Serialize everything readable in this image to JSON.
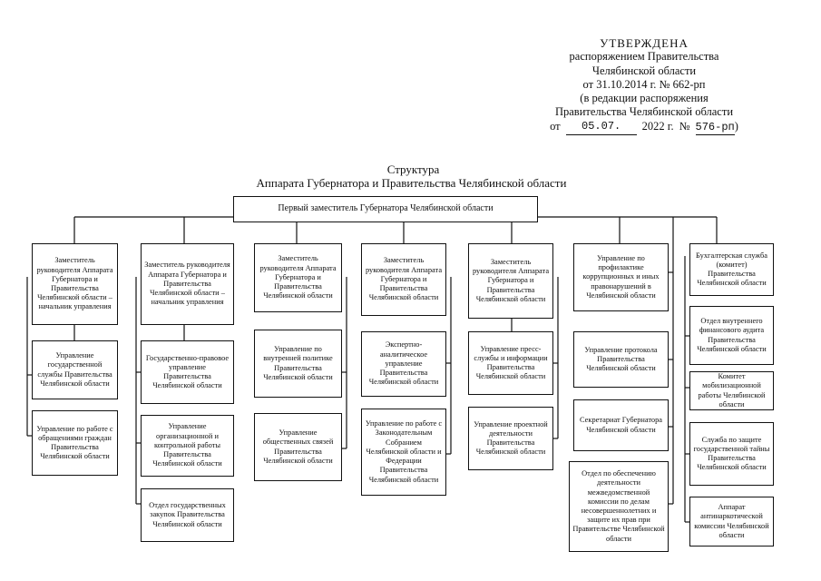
{
  "approval": {
    "title": "УТВЕРЖДЕНА",
    "line1": "распоряжением Правительства",
    "line2": "Челябинской области",
    "line3": "от 31.10.2014 г. № 662-рп",
    "line4": "(в редакции распоряжения",
    "line5": "Правительства Челябинской области",
    "date_prefix": "от",
    "date": "05.07.",
    "year": "2022 г.",
    "number_prefix": "№",
    "number": "576-рп",
    "close": ")"
  },
  "structure": {
    "title": "Структура",
    "subtitle": "Аппарата Губернатора и Правительства Челябинской области"
  },
  "top_box": "Первый заместитель Губернатора Челябинской области",
  "columns": [
    [
      "Заместитель руководителя Аппарата Губернатора и Правительства Челябинской области – начальник управления",
      "Управление государственной службы Правительства Челябинской области",
      "Управление по работе с обращениями граждан Правительства Челябинской области"
    ],
    [
      "Заместитель руководителя Аппарата Губернатора и Правительства Челябинской области – начальник управления",
      "Государственно-правовое управление Правительства Челябинской области",
      "Управление организационной и контрольной работы Правительства Челябинской области",
      "Отдел государственных закупок Правительства Челябинской области"
    ],
    [
      "Заместитель руководителя Аппарата Губернатора и Правительства Челябинской области",
      "Управление по внутренней политике Правительства Челябинской области",
      "Управление общественных связей Правительства Челябинской области"
    ],
    [
      "Заместитель руководителя Аппарата Губернатора и Правительства Челябинской области",
      "Экспертно-аналитическое управление Правительства Челябинской области",
      "Управление по работе с Законодательным Собранием Челябинской области и Федерации Правительства Челябинской области"
    ],
    [
      "Заместитель руководителя Аппарата Губернатора и Правительства Челябинской области",
      "Управление пресс-службы и информации Правительства Челябинской области",
      "Управление проектной деятельности Правительства Челябинской области"
    ],
    [
      "Управление по профилактике коррупционных и иных правонарушений в Челябинской области",
      "Управление протокола Правительства Челябинской области",
      "Секретариат Губернатора Челябинской области",
      "Отдел по обеспечению деятельности межведомственной комиссии по делам несовершеннолетних и защите их прав при Правительстве Челябинской области"
    ],
    [
      "Бухгалтерская служба (комитет) Правительства Челябинской области",
      "Отдел внутреннего финансового аудита Правительства Челябинской области",
      "Комитет мобилизационной работы Челябинской области",
      "Служба по защите государственной тайны Правительства Челябинской области",
      "Аппарат антинаркотической комиссии Челябинской области"
    ]
  ]
}
